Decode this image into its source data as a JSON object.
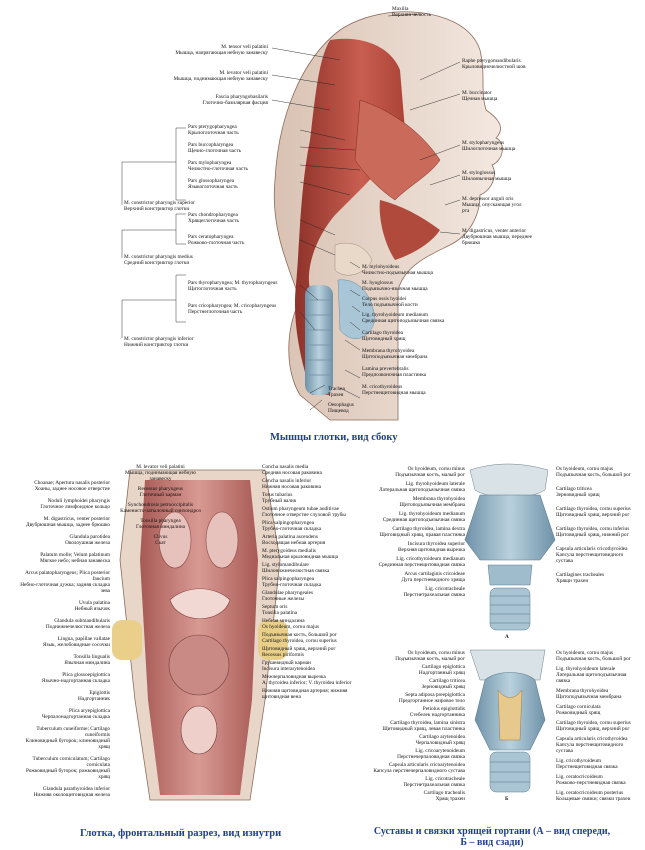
{
  "top": {
    "caption": "Мышцы глотки, вид сбоку",
    "left_labels": [
      {
        "lat": "M. tensor veli palatini",
        "ru": "Мышца, напрягающая небную занавеску"
      },
      {
        "lat": "M. levator veli palatini",
        "ru": "Мышца, поднимающая небную занавеску"
      },
      {
        "lat": "Fascia pharyngobasilaris",
        "ru": "Глоточно-базилярная фасция"
      },
      {
        "lat": "Pars pterygopharyngea",
        "ru": "Крылоглоточная часть"
      },
      {
        "lat": "Pars buccopharyngea",
        "ru": "Щечно-глоточная часть"
      },
      {
        "lat": "Pars mylopharyngea",
        "ru": "Челюстно-глоточная часть"
      },
      {
        "lat": "Pars glossopharyngea",
        "ru": "Языкоглоточная часть"
      },
      {
        "lat": "M. constrictor pharyngis superior",
        "ru": "Верхний констриктор глотки"
      },
      {
        "lat": "Pars chondropharyngea",
        "ru": "Хрящеглоточная часть"
      },
      {
        "lat": "Pars ceratopharyngea",
        "ru": "Рожково-глоточная часть"
      },
      {
        "lat": "M. constrictor pharyngis medius",
        "ru": "Средний констриктор глотки"
      },
      {
        "lat": "Pars thyropharyngea; M. thyropharyngeus",
        "ru": "Щитоглоточная часть"
      },
      {
        "lat": "Pars cricopharyngea; M. cricopharyngeus",
        "ru": "Перстнеглоточная часть"
      },
      {
        "lat": "M. constrictor pharyngis inferior",
        "ru": "Нижний констриктор глотки"
      }
    ],
    "right_labels": [
      {
        "lat": "Maxilla",
        "ru": "Верхняя челюсть"
      },
      {
        "lat": "Raphe pterygomandibularis",
        "ru": "Крыловидночелюстной шов"
      },
      {
        "lat": "M. buccinator",
        "ru": "Щечная мышца"
      },
      {
        "lat": "M. stylopharyngeus",
        "ru": "Шилоглоточная мышца"
      },
      {
        "lat": "M. styloglossus",
        "ru": "Шилоязычная мышца"
      },
      {
        "lat": "M. depressor anguli oris",
        "ru": "Мышца, опускающая угол рта"
      },
      {
        "lat": "M. digastricus, venter anterior",
        "ru": "Двубрюшная мышца, переднее брюшко"
      },
      {
        "lat": "M. mylohyoideus",
        "ru": "Челюстно-подъязычная мышца"
      },
      {
        "lat": "M. hyoglossus",
        "ru": "Подъязычно-язычная мышца"
      },
      {
        "lat": "Corpus ossis hyoidei",
        "ru": "Тело подъязычной кости"
      },
      {
        "lat": "Lig. thyrohyoideum medianum",
        "ru": "Срединная щитоподъязычная связка"
      },
      {
        "lat": "Cartilago thyroidea",
        "ru": "Щитовидный хрящ"
      },
      {
        "lat": "Membrana thyrohyoidea",
        "ru": "Щитоподъязычная мембрана"
      },
      {
        "lat": "Lamina prevertebralis",
        "ru": "Предпозвоночная пластинка"
      },
      {
        "lat": "M. cricothyroideus",
        "ru": "Перстнещитовидная мышца"
      }
    ],
    "bottom_labels": [
      {
        "lat": "Trachea",
        "ru": "Трахея"
      },
      {
        "lat": "Oesophagus",
        "ru": "Пищевод"
      }
    ]
  },
  "bottom_left": {
    "caption": "Глотка, фронтальный разрез, вид изнутри",
    "left_labels": [
      "Choanae; Apertura nasalis posterior",
      "Хоаны, заднее носовое отверстие",
      "Noduli lymphoidei pharyngis",
      "Глоточное лимфоидное кольцо",
      "M. digastricus, venter posterior",
      "Двубрюшная мышца, заднее брюшко",
      "Glandula parotidea",
      "Околоушная железа",
      "Palatum molle; Velum palatinum",
      "Мягкое небо; небная занавеска",
      "Arcus palatopharyngeus; Plica posterior faucium",
      "Небно-глоточная дужка; задняя складка зева",
      "Uvula palatina",
      "Небный язычок",
      "Glandula submandibularis",
      "Поднижнечелюстная железа",
      "Lingua, papillae vallatae",
      "Язык, желобовидные сосочки",
      "Tonsilla lingualis",
      "Язычная миндалина",
      "Plica glossoepiglottica",
      "Язычно-надгортанная складка",
      "Epiglottis",
      "Надгортанник",
      "Plica aryepiglottica",
      "Черпалонадгортанная складка",
      "Tuberculum cuneiforme; Cartilago cuneiformis",
      "Клиновидный бугорок; клиновидный хрящ",
      "Tuberculum corniculatum; Cartilago corniculata",
      "Рожковидный бугорок; рожковидный хрящ",
      "Glandula parathyroidea inferior",
      "Нижняя околощитовидная железа"
    ],
    "center_labels": [
      "M. levator veli palatini",
      "Мышца, поднимающая небную занавеску",
      "Recessus pharyngeus",
      "Глоточный карман",
      "Synchondrosis petrooccipitalis",
      "Каменисто-затылочный синхондроз",
      "Tonsilla pharyngea",
      "Глоточная миндалина",
      "Clivus",
      "Скат"
    ],
    "right_labels": [
      "Concha nasalis media",
      "Средняя носовая раковина",
      "Concha nasalis inferior",
      "Нижняя носовая раковина",
      "Torus tubarius",
      "Трубный валик",
      "Ostium pharyngeum tubae auditivae",
      "Глоточное отверстие слуховой трубы",
      "Plica salpingopharyngea",
      "Трубно-глоточная складка",
      "Arteria palatina ascendens",
      "Восходящая небная артерия",
      "M. pterygoideus medialis",
      "Медиальная крыловидная мышца",
      "Lig. stylomandibulare",
      "Шилонижнечелюстная связка",
      "Plica salpingopharyngea",
      "Трубно-глоточная складка",
      "Glandulae pharyngeales",
      "Глоточные железы",
      "Septum oris",
      "Tonsilla palatina",
      "Небная миндалина",
      "Os hyoideum, cornu majus",
      "Подъязычная кость, большой рог",
      "Cartilago thyroidea, cornu superius",
      "Щитовидный хрящ, верхний рог",
      "Recessus piriformis",
      "Грушевидный карман",
      "Incisura interarytenoidea",
      "Межчерпаловидная вырезка",
      "A. thyroidea inferior; V. thyroidea inferior",
      "Нижняя щитовидная артерия; нижняя щитовидная вена"
    ]
  },
  "bottom_right": {
    "caption": "Суставы и связки хрящей гортани  (А – вид спереди, Б – вид сзади)",
    "label_a": "А",
    "label_b": "Б",
    "a_left": [
      "Os hyoideum, cornu minus",
      "Подъязычная кость, малый рог",
      "Lig. thyrohyoideum laterale",
      "Латеральная щитоподъязычная связка",
      "Membrana thyrohyoidea",
      "Щитоподъязычная мембрана",
      "Lig. thyrohyoideum medianum",
      "Срединная щитоподъязычная связка",
      "Cartilago thyroidea, lamina dextra",
      "Щитовидный хрящ, правая пластинка",
      "Incisura thyroidea superior",
      "Верхняя щитовидная вырезка",
      "Lig. cricothyroideum medianum",
      "Срединная перстнещитовидная связка",
      "Arcus cartilaginis cricoideae",
      "Дуга перстневидного хряща",
      "Lig. cricotracheale",
      "Перстнетрахеальная связка"
    ],
    "a_right": [
      "Os hyoideum, cornu majus",
      "Подъязычная кость, большой рог",
      "Cartilago triticea",
      "Зерновидный хрящ",
      "Cartilago thyroidea, cornu superius",
      "Щитовидный хрящ, верхний рог",
      "Cartilago thyroidea, cornu inferius",
      "Щитовидный хрящ, нижний рог",
      "Capsula articularis cricothyroidea",
      "Капсула перстнещитовидного сустава",
      "Cartilagines tracheales",
      "Хрящи трахеи"
    ],
    "b_left": [
      "Os hyoideum, cornu minus",
      "Подъязычная кость, малый рог",
      "Cartilago epiglottica",
      "Надгортанный хрящ",
      "Cartilago triticea",
      "Зерновидный хрящ",
      "Septa adiposa preepiglottica",
      "Предгортанное жировое тело",
      "Petiolus epiglottidis",
      "Стебелек надгортанника",
      "Cartilago thyroidea, lamina sinistra",
      "Щитовидный хрящ, левая пластинка",
      "Cartilago arytenoidea",
      "Черпаловидный хрящ",
      "Lig. cricoarytenoideum",
      "Перстнечерпаловидная связка",
      "Capsula articularis cricoarytenoidea",
      "Капсула перстнечерпаловидного сустава",
      "Lig. cricotracheale",
      "Перстнетрахеальная связка",
      "Cartilago trachealis",
      "Хрящ трахеи"
    ],
    "b_right": [
      "Os hyoideum, cornu majus",
      "Подъязычная кость, большой рог",
      "Lig. thyrohyoideum laterale",
      "Латеральная щитоподъязычная связка",
      "Membrana thyrohyoidea",
      "Щитоподъязычная мембрана",
      "Cartilago corniculata",
      "Рожковидный хрящ",
      "Cartilago thyroidea, cornu superius",
      "Щитовидный хрящ, верхний рог",
      "Capsula articularis cricothyroidea",
      "Капсула перстнещитовидного сустава",
      "Lig. cricothyroideum",
      "Перстнещитовидная связка",
      "Lig. ceratocricoideum",
      "Рожково-перстневидная связка",
      "Lig. ceratocricoideum posterius",
      "Кольцевые связки; связки трахеи"
    ]
  }
}
